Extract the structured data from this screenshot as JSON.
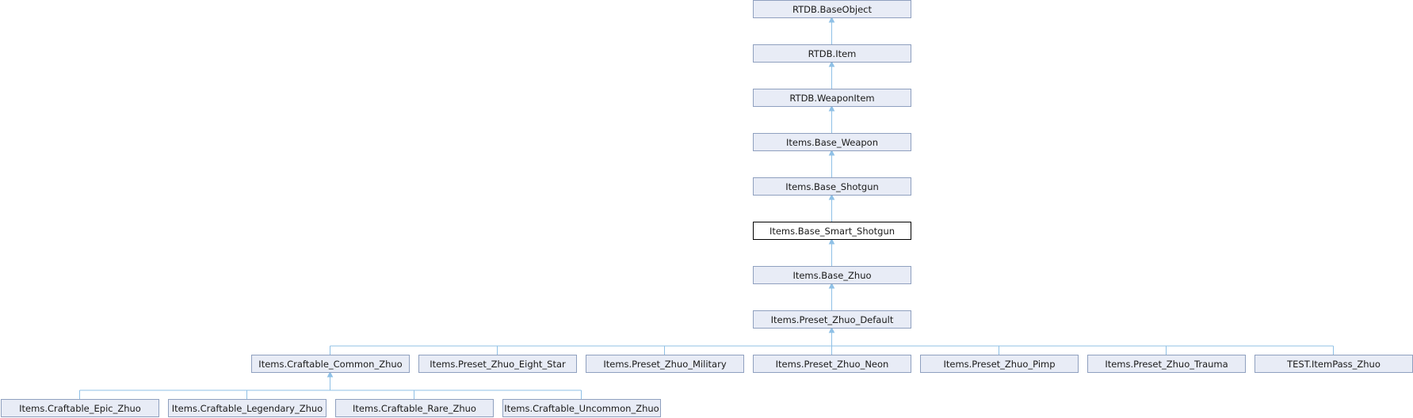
{
  "diagram": {
    "type": "inheritance-graph",
    "current": "items-base-smart-shotgun",
    "nodes": [
      {
        "id": "rtdb-baseobject",
        "label": "RTDB.BaseObject"
      },
      {
        "id": "rtdb-item",
        "label": "RTDB.Item"
      },
      {
        "id": "rtdb-weaponitem",
        "label": "RTDB.WeaponItem"
      },
      {
        "id": "items-base-weapon",
        "label": "Items.Base_Weapon"
      },
      {
        "id": "items-base-shotgun",
        "label": "Items.Base_Shotgun"
      },
      {
        "id": "items-base-smart-shotgun",
        "label": "Items.Base_Smart_Shotgun"
      },
      {
        "id": "items-base-zhuo",
        "label": "Items.Base_Zhuo"
      },
      {
        "id": "items-preset-zhuo-default",
        "label": "Items.Preset_Zhuo_Default"
      },
      {
        "id": "items-craftable-common-zhuo",
        "label": "Items.Craftable_Common_Zhuo"
      },
      {
        "id": "items-preset-zhuo-eight-star",
        "label": "Items.Preset_Zhuo_Eight_Star"
      },
      {
        "id": "items-preset-zhuo-military",
        "label": "Items.Preset_Zhuo_Military"
      },
      {
        "id": "items-preset-zhuo-neon",
        "label": "Items.Preset_Zhuo_Neon"
      },
      {
        "id": "items-preset-zhuo-pimp",
        "label": "Items.Preset_Zhuo_Pimp"
      },
      {
        "id": "items-preset-zhuo-trauma",
        "label": "Items.Preset_Zhuo_Trauma"
      },
      {
        "id": "test-itempass-zhuo",
        "label": "TEST.ItemPass_Zhuo"
      },
      {
        "id": "items-craftable-epic-zhuo",
        "label": "Items.Craftable_Epic_Zhuo"
      },
      {
        "id": "items-craftable-legendary-zhuo",
        "label": "Items.Craftable_Legendary_Zhuo"
      },
      {
        "id": "items-craftable-rare-zhuo",
        "label": "Items.Craftable_Rare_Zhuo"
      },
      {
        "id": "items-craftable-uncommon-zhuo",
        "label": "Items.Craftable_Uncommon_Zhuo"
      }
    ],
    "edges": [
      {
        "child": "rtdb-item",
        "parent": "rtdb-baseobject"
      },
      {
        "child": "rtdb-weaponitem",
        "parent": "rtdb-item"
      },
      {
        "child": "items-base-weapon",
        "parent": "rtdb-weaponitem"
      },
      {
        "child": "items-base-shotgun",
        "parent": "items-base-weapon"
      },
      {
        "child": "items-base-smart-shotgun",
        "parent": "items-base-shotgun"
      },
      {
        "child": "items-base-zhuo",
        "parent": "items-base-smart-shotgun"
      },
      {
        "child": "items-preset-zhuo-default",
        "parent": "items-base-zhuo"
      },
      {
        "child": "items-craftable-common-zhuo",
        "parent": "items-preset-zhuo-default"
      },
      {
        "child": "items-preset-zhuo-eight-star",
        "parent": "items-preset-zhuo-default"
      },
      {
        "child": "items-preset-zhuo-military",
        "parent": "items-preset-zhuo-default"
      },
      {
        "child": "items-preset-zhuo-neon",
        "parent": "items-preset-zhuo-default"
      },
      {
        "child": "items-preset-zhuo-pimp",
        "parent": "items-preset-zhuo-default"
      },
      {
        "child": "items-preset-zhuo-trauma",
        "parent": "items-preset-zhuo-default"
      },
      {
        "child": "test-itempass-zhuo",
        "parent": "items-preset-zhuo-default"
      },
      {
        "child": "items-craftable-epic-zhuo",
        "parent": "items-craftable-common-zhuo"
      },
      {
        "child": "items-craftable-legendary-zhuo",
        "parent": "items-craftable-common-zhuo"
      },
      {
        "child": "items-craftable-rare-zhuo",
        "parent": "items-craftable-common-zhuo"
      },
      {
        "child": "items-craftable-uncommon-zhuo",
        "parent": "items-craftable-common-zhuo"
      }
    ],
    "colors": {
      "node_fill": "#e8ecf6",
      "node_border": "#8fa0bf",
      "current_fill": "#ffffff",
      "current_border": "#000000",
      "edge": "#8fc0e6"
    }
  }
}
